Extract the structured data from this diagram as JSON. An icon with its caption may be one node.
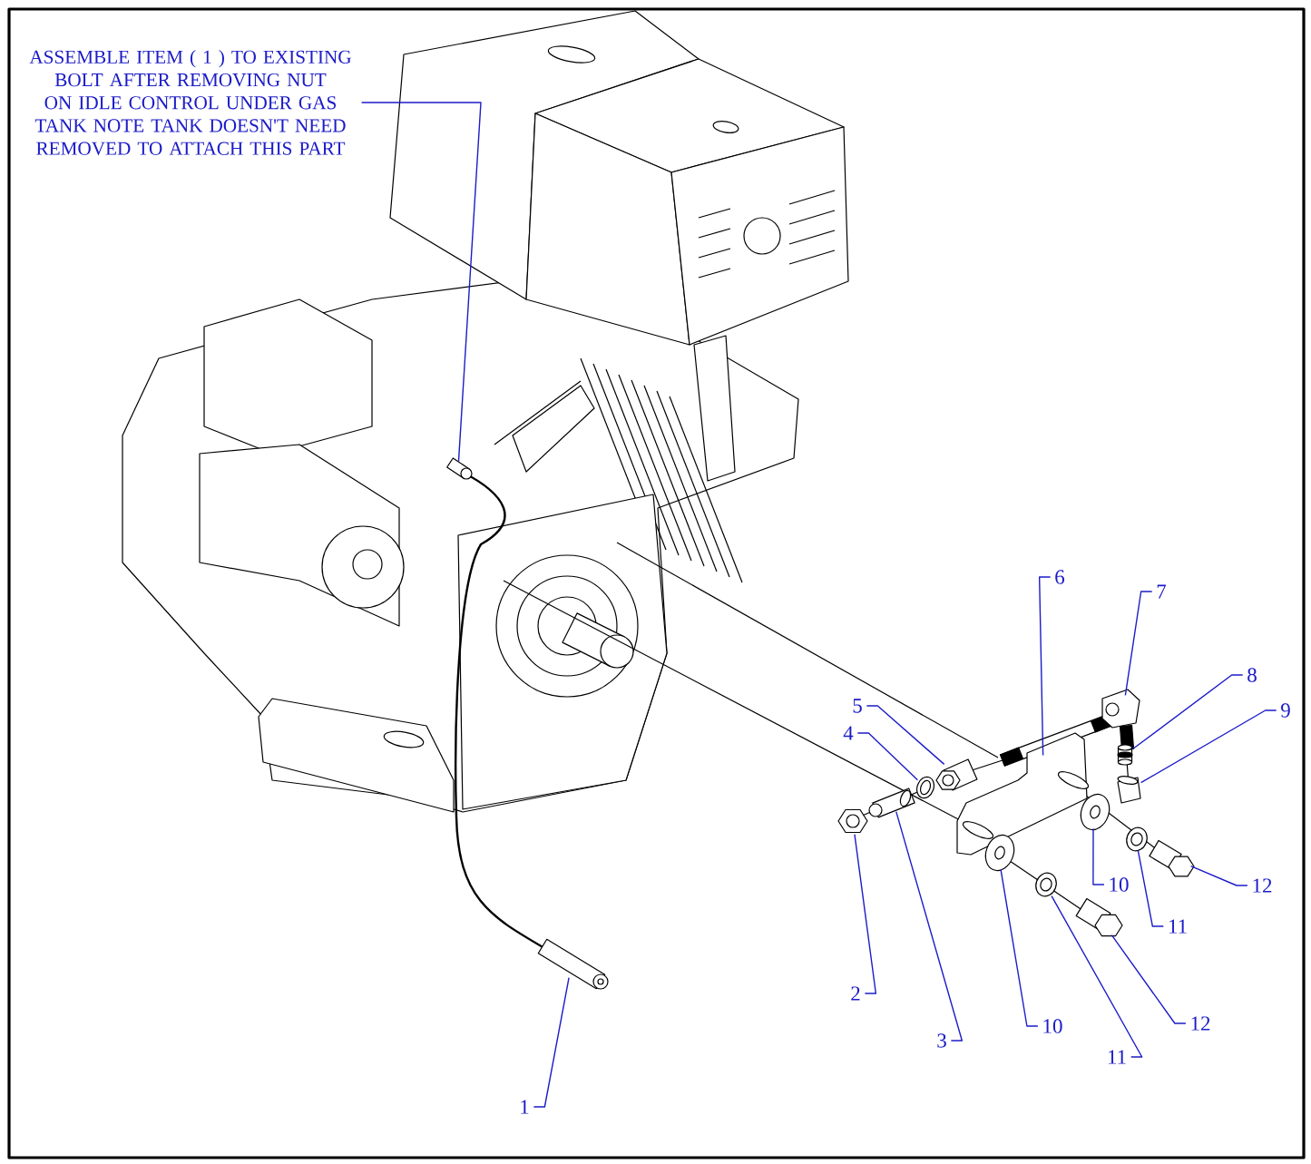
{
  "diagram": {
    "nodes": [
      {
        "text": [
          "ASSEMBLE ITEM ( 1 ) TO EXISTING BOLT AFTER REMOVING NUT ON IDLE CONTROL UNDER GAS TANK NOTE TANK DOESN'T NEED REMOVED TO ATTACH THIS PART"
        ]
      },
      {
        "text": [],
        "shape": "picture"
      },
      {
        "text": [
          "1"
        ]
      },
      {
        "text": [
          "2"
        ]
      },
      {
        "text": [
          "3"
        ]
      },
      {
        "text": [
          "4"
        ]
      },
      {
        "text": [
          "5"
        ]
      },
      {
        "text": [
          "6"
        ]
      },
      {
        "text": [
          "7"
        ]
      },
      {
        "text": [
          "8"
        ]
      },
      {
        "text": [
          "9"
        ]
      },
      {
        "text": [
          "10"
        ]
      },
      {
        "text": [
          "10"
        ]
      },
      {
        "text": [
          "11"
        ]
      },
      {
        "text": [
          "11"
        ]
      },
      {
        "text": [
          "12"
        ]
      },
      {
        "text": [
          "12"
        ]
      },
      {
        "text": [],
        "shape": "picture"
      },
      {
        "text": [],
        "shape": "picture"
      },
      {
        "text": [],
        "shape": "picture"
      },
      {
        "text": [],
        "shape": "picture"
      },
      {
        "text": [],
        "shape": "picture"
      },
      {
        "text": [],
        "shape": "picture"
      },
      {
        "text": [],
        "shape": "picture"
      },
      {
        "text": [],
        "shape": "picture"
      },
      {
        "text": [],
        "shape": "picture"
      },
      {
        "text": [],
        "shape": "picture"
      },
      {
        "text": [],
        "shape": "picture"
      },
      {
        "text": [],
        "shape": "picture"
      },
      {
        "text": [],
        "shape": "picture"
      },
      {
        "text": [],
        "shape": "picture"
      },
      {
        "text": [],
        "shape": "picture"
      }
    ],
    "edges": [
      {
        "from": 0,
        "to": 1,
        "arrow": "none"
      },
      {
        "from": 2,
        "to": 17,
        "arrow": "none"
      },
      {
        "from": 3,
        "to": 18,
        "arrow": "none"
      },
      {
        "from": 4,
        "to": 19,
        "arrow": "none"
      },
      {
        "from": 5,
        "to": 20,
        "arrow": "none"
      },
      {
        "from": 6,
        "to": 21,
        "arrow": "none"
      },
      {
        "from": 7,
        "to": 22,
        "arrow": "none"
      },
      {
        "from": 8,
        "to": 23,
        "arrow": "none"
      },
      {
        "from": 9,
        "to": 24,
        "arrow": "none"
      },
      {
        "from": 10,
        "to": 25,
        "arrow": "none"
      },
      {
        "from": 11,
        "to": 26,
        "arrow": "none"
      },
      {
        "from": 12,
        "to": 27,
        "arrow": "none"
      },
      {
        "from": 13,
        "to": 28,
        "arrow": "none"
      },
      {
        "from": 14,
        "to": 29,
        "arrow": "none"
      },
      {
        "from": 15,
        "to": 30,
        "arrow": "none"
      },
      {
        "from": 16,
        "to": 31,
        "arrow": "none"
      }
    ]
  }
}
